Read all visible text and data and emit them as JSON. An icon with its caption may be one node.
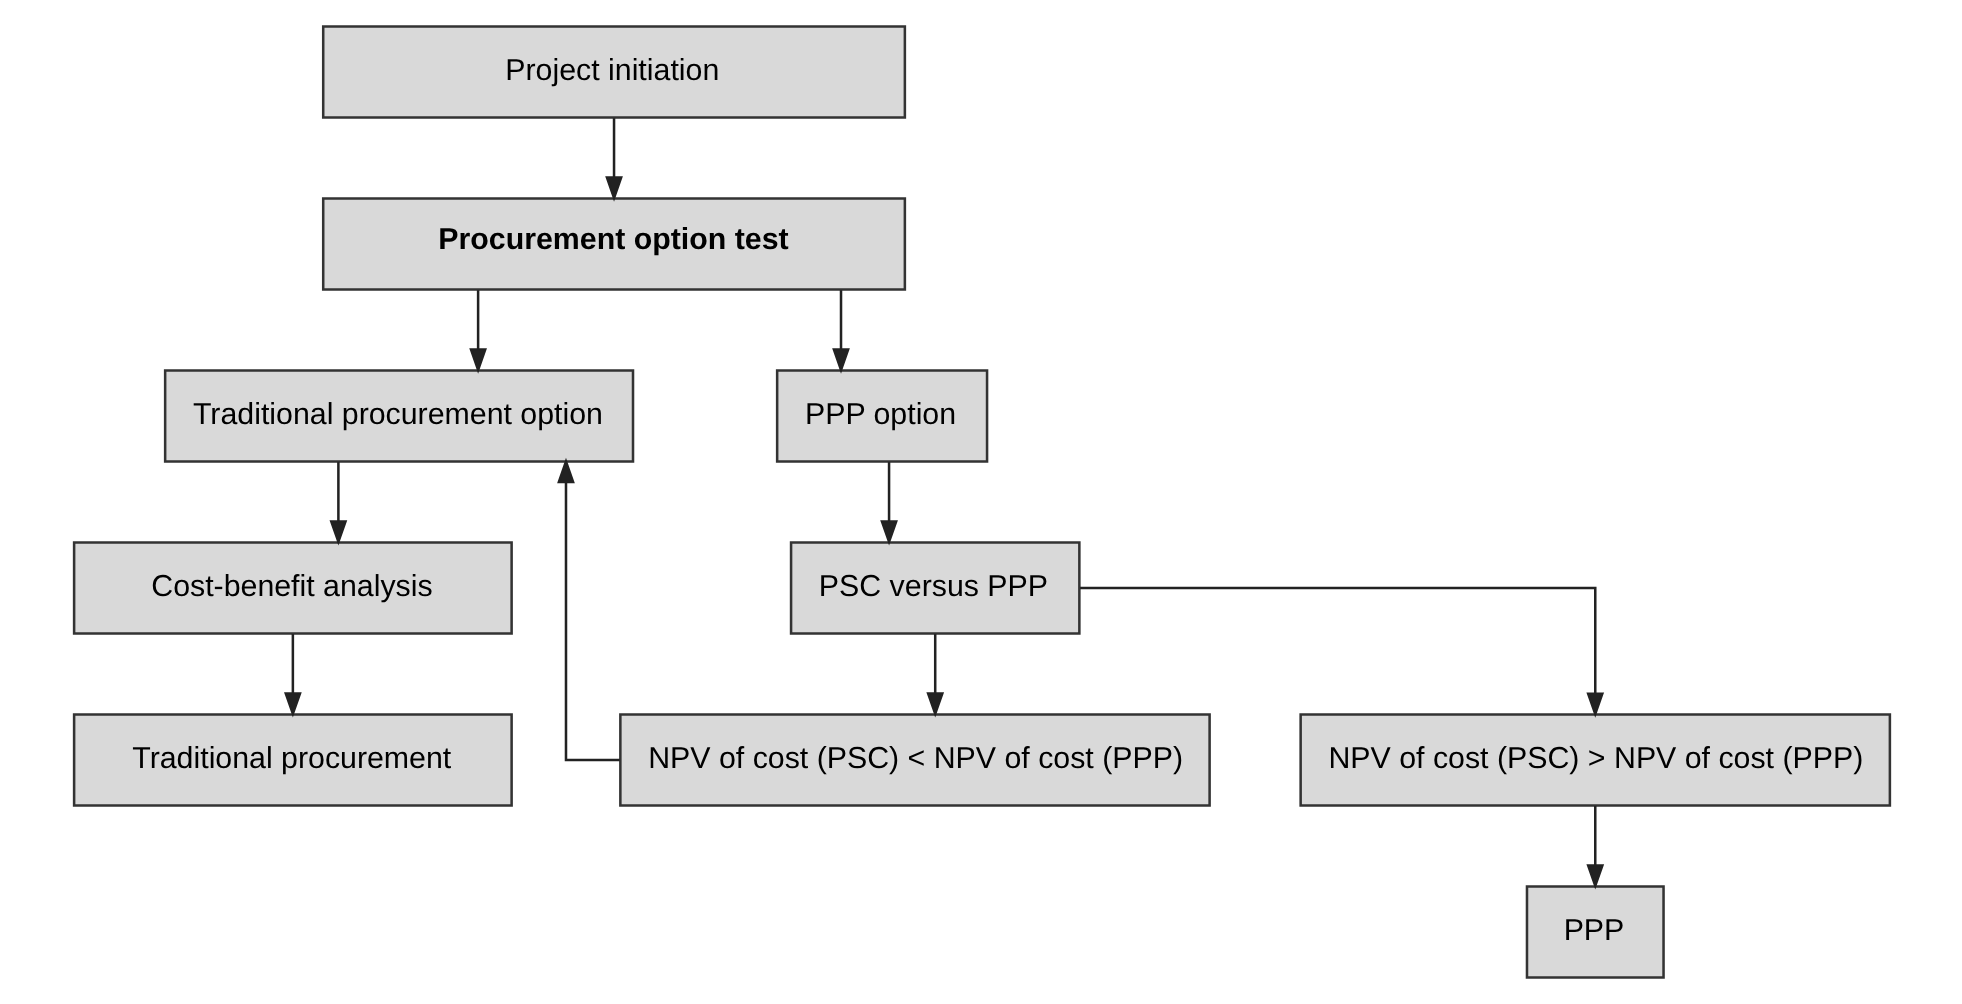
{
  "diagram": {
    "nodes": [
      {
        "text": [
          "Project initiation"
        ]
      },
      {
        "text": [
          "Procurement option test"
        ]
      },
      {
        "text": [
          "Traditional procurement option"
        ]
      },
      {
        "text": [
          "PPP option"
        ]
      },
      {
        "text": [
          "Cost-benefit analysis"
        ]
      },
      {
        "text": [
          "PSC versus PPP"
        ]
      },
      {
        "text": [
          "NPV of cost (PSC) < NPV of cost (PPP)"
        ]
      },
      {
        "text": [
          "NPV of cost (PSC) > NPV of cost (PPP)"
        ]
      },
      {
        "text": [
          "Traditional procurement"
        ]
      },
      {
        "text": [
          "PPP"
        ]
      }
    ],
    "edges": [
      {
        "from": 0,
        "to": 1,
        "arrow": "to"
      },
      {
        "from": 1,
        "to": 2,
        "arrow": "to"
      },
      {
        "from": 1,
        "to": 3,
        "arrow": "to"
      },
      {
        "from": 2,
        "to": 4,
        "arrow": "to"
      },
      {
        "from": 4,
        "to": 8,
        "arrow": "to"
      },
      {
        "from": 3,
        "to": 5,
        "arrow": "to"
      },
      {
        "from": 5,
        "to": 6,
        "arrow": "to"
      },
      {
        "from": 5,
        "to": 7,
        "arrow": "to"
      },
      {
        "from": 6,
        "to": 2,
        "arrow": "to"
      },
      {
        "from": 7,
        "to": 9,
        "arrow": "to"
      }
    ]
  }
}
